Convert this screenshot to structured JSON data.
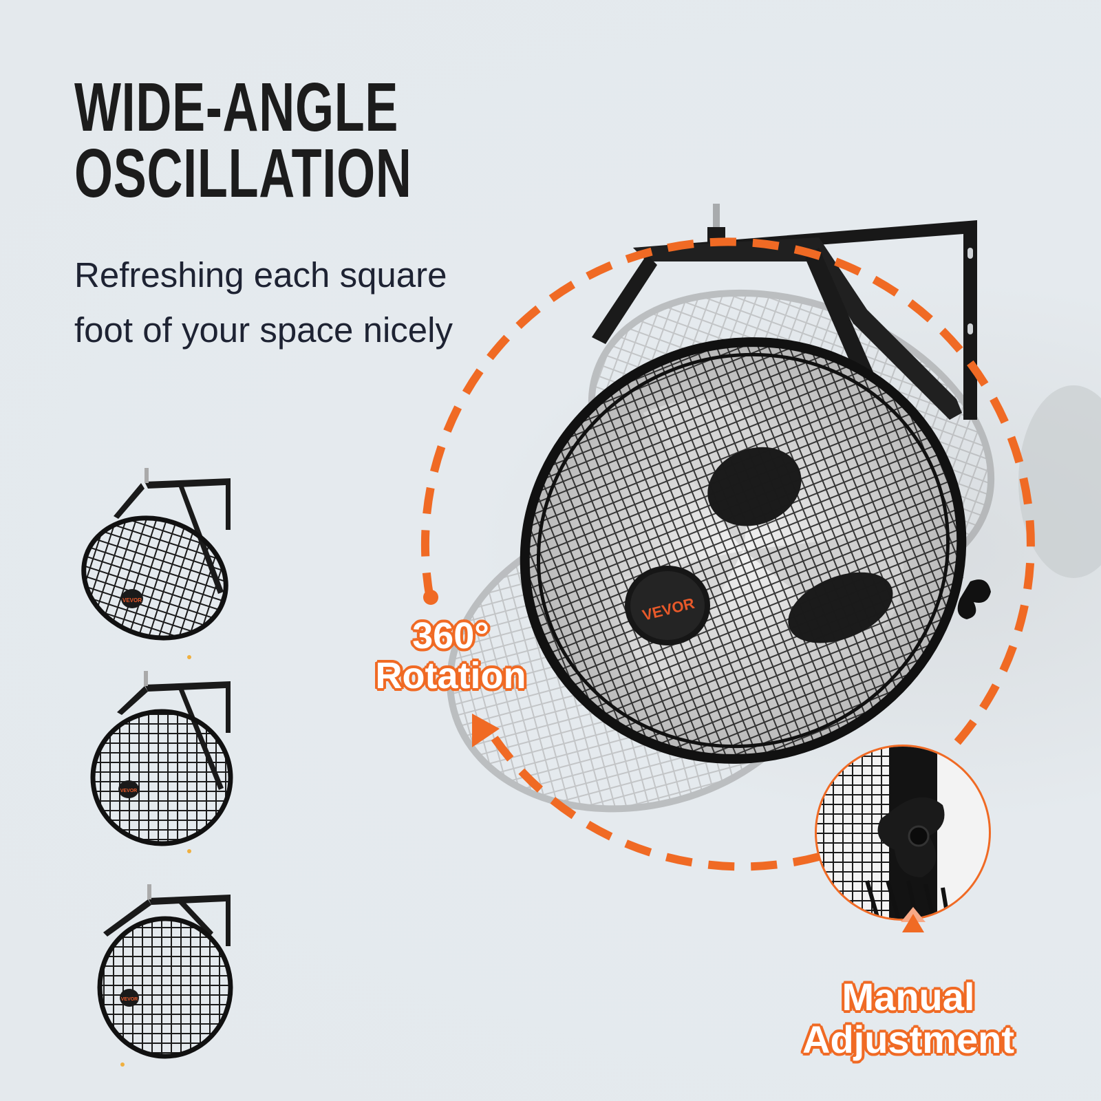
{
  "headline": {
    "line1": "WIDE-ANGLE",
    "line2": "OSCILLATION"
  },
  "subheadline": {
    "line1": "Refreshing each square",
    "line2": "foot of your space nicely"
  },
  "callouts": {
    "rotation": {
      "line1": "360°",
      "line2": "Rotation"
    },
    "manual": {
      "line1": "Manual",
      "line2": "Adjustment"
    }
  },
  "brand": {
    "logo_text": "VEVOR"
  },
  "thumbnails": [
    {
      "name": "fan-tilted-down-view"
    },
    {
      "name": "fan-angled-view"
    },
    {
      "name": "fan-front-view"
    }
  ],
  "icons": {
    "rotation_arrow": "triangle-arrow-icon",
    "manual_arrow": "up-arrow-icon",
    "knob": "tri-lobe-knob-icon"
  },
  "colors": {
    "background": "#e4e9ed",
    "accent": "#f06a24",
    "headline": "#1c1c1c",
    "subheadline": "#1e2333",
    "fan_black": "#151515"
  }
}
